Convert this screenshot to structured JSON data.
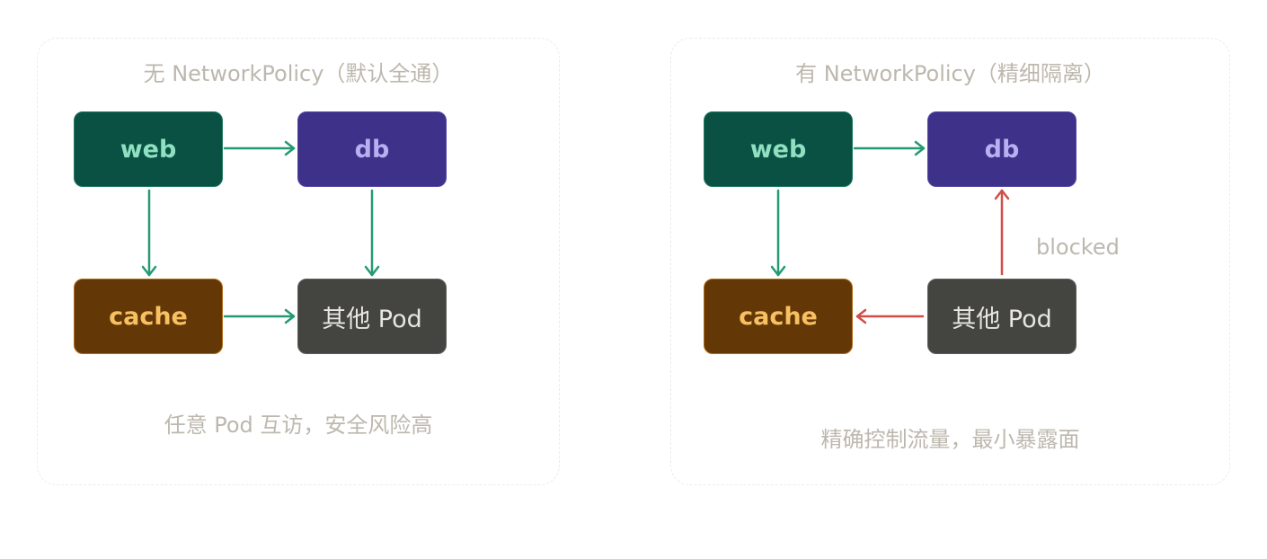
{
  "colors": {
    "allow_edge": "#249a74",
    "blocked_edge": "#d24e48"
  },
  "left": {
    "title": "无 NetworkPolicy（默认全通）",
    "caption": "任意 Pod 互访，安全风险高",
    "nodes": {
      "web": "web",
      "db": "db",
      "cache": "cache",
      "other": "其他 Pod"
    }
  },
  "right": {
    "title": "有 NetworkPolicy（精细隔离）",
    "caption": "精确控制流量，最小暴露面",
    "blocked_label": "blocked",
    "nodes": {
      "web": "web",
      "db": "db",
      "cache": "cache",
      "other": "其他 Pod"
    }
  }
}
